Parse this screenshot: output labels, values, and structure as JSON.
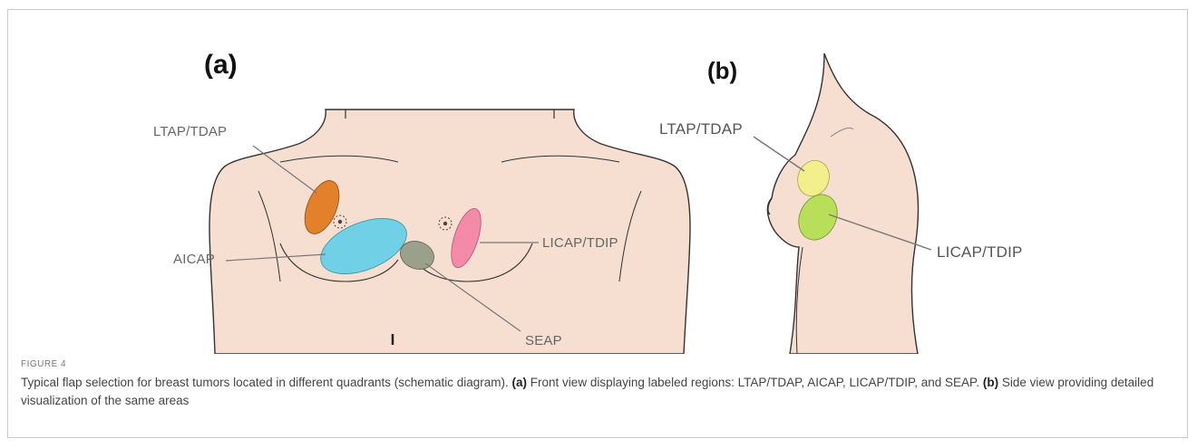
{
  "figure": {
    "panel_a_label": "(a)",
    "panel_b_label": "(b)",
    "front_labels": {
      "ltap": "LTAP/TDAP",
      "aicap": "AICAP",
      "licap": "LICAP/TDIP",
      "seap": "SEAP"
    },
    "side_labels": {
      "ltap": "LTAP/TDAP",
      "licap": "LICAP/TDIP"
    },
    "colors": {
      "skin": "#f6dfd0",
      "ltap_front": "#e2812a",
      "aicap": "#6fd0e6",
      "licap_front": "#f28aa8",
      "seap": "#9aa08c",
      "ltap_side": "#f3ef8c",
      "licap_side": "#b9df5a"
    }
  },
  "caption": {
    "heading": "FIGURE 4",
    "text_intro": "Typical flap selection for breast tumors located in different quadrants (schematic diagram).",
    "part_a_tag": "(a)",
    "part_a_text": "Front view displaying labeled regions: LTAP/TDAP, AICAP, LICAP/TDIP, and SEAP.",
    "part_b_tag": "(b)",
    "part_b_text": "Side view providing detailed visualization of the same areas"
  }
}
